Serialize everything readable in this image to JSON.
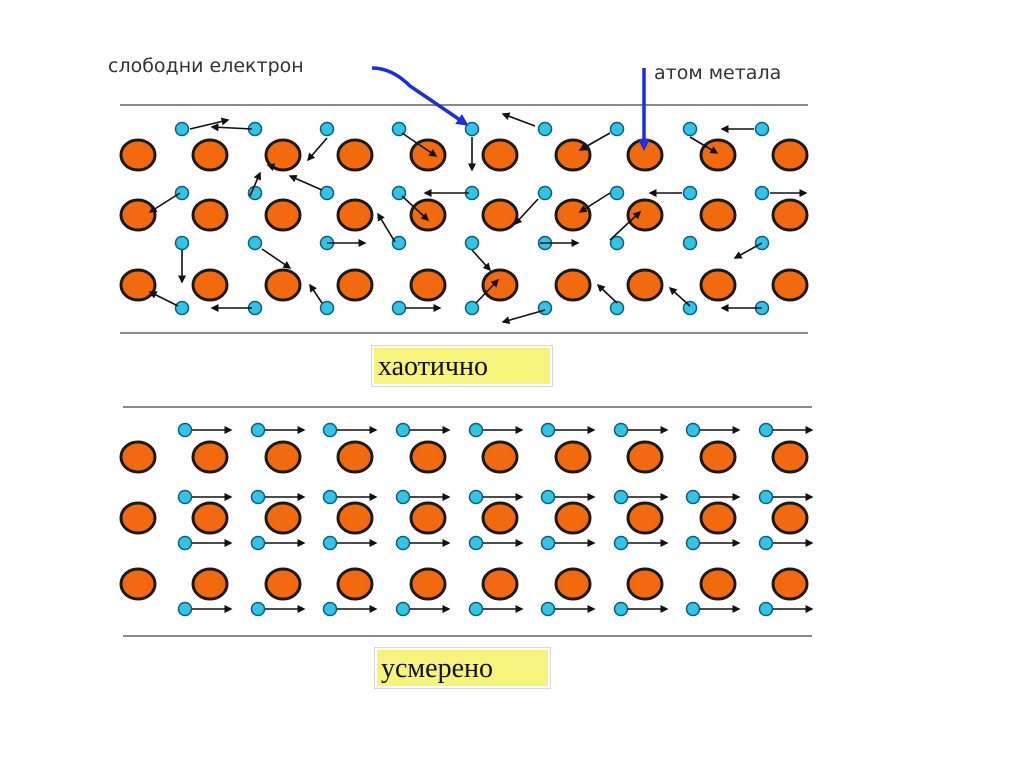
{
  "labels": {
    "free_electron": "слободни електрон",
    "metal_atom": "атом метала"
  },
  "captions": {
    "chaotic": "хаотично",
    "directed": "усмерено"
  },
  "colors": {
    "atom_fill": "#f26a0d",
    "atom_stroke": "#1a1a1a",
    "electron_fill": "#2fc4e8",
    "electron_stroke": "#0d5f78",
    "pointer_arrow": "#1b2fe0",
    "border_line": "#8a8a8a",
    "caption_bg": "#f8f37a"
  }
}
